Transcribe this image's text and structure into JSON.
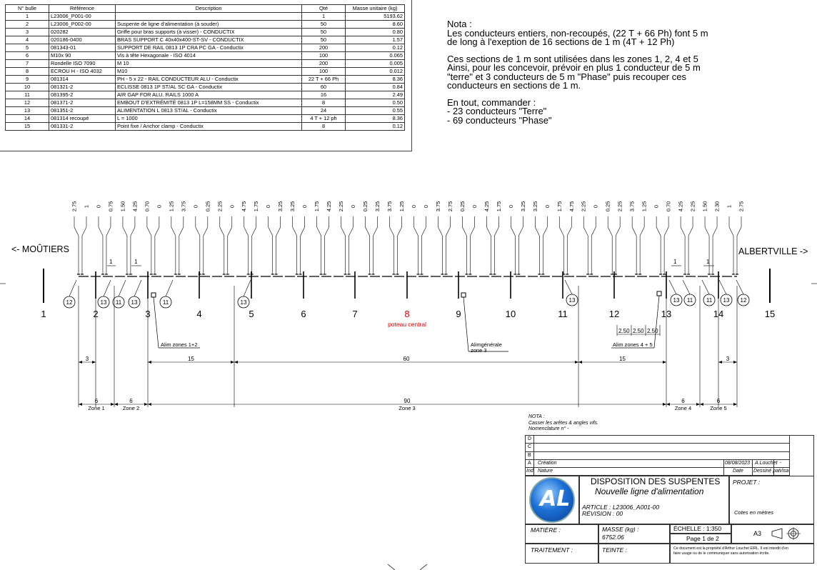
{
  "bom": {
    "headers": [
      "N° bulle",
      "Référence",
      "Description",
      "Qté",
      "Masse unitaire (kg)"
    ],
    "rows": [
      [
        "1",
        "L23006_P001-00",
        "",
        "1",
        "5193.62"
      ],
      [
        "2",
        "L23006_P002-00",
        "Suspente de ligne d'alimentation (à souder)",
        "50",
        "8.60"
      ],
      [
        "3",
        "020282",
        "Griffe pour bras supports (à visser) - CONDUCTIX",
        "50",
        "0.80"
      ],
      [
        "4",
        "020186-0400",
        "BRAS SUPPORT C 40x40x400-ST-SV - CONDUCTIX",
        "50",
        "1.57"
      ],
      [
        "5",
        "081343-01",
        "SUPPORT DE RAIL 0813 1P CRA PC GA - Conductix",
        "200",
        "0.12"
      ],
      [
        "6",
        "M10x 90",
        "Vis à tête Hexagonale - ISO 4014",
        "100",
        "0.065"
      ],
      [
        "7",
        "Rondelle ISO 7090",
        "M 10",
        "200",
        "0.005"
      ],
      [
        "8",
        "ECROU H - ISO 4032",
        "M10",
        "100",
        "0.012"
      ],
      [
        "9",
        "081314",
        "PH - 5 x 22 - RAIL CONDUCTEUR ALU - Conductix",
        "22 T + 66 Ph",
        "8.36"
      ],
      [
        "10",
        "081321-2",
        "ECLISSE 0813 1P ST/AL SC GA - Conductix",
        "60",
        "0.84"
      ],
      [
        "11",
        "081395-2",
        "AIR GAP FOR ALU. RAILS 1000 A",
        "16",
        "2.49"
      ],
      [
        "12",
        "081371-2",
        "EMBOUT D'EXTRÉMITÉ 0813 1P L=158MM SS - Conductix",
        "8",
        "0.50"
      ],
      [
        "13",
        "081351-2",
        "ALIMENTATION L 0813 ST/AL - Conductix",
        "24",
        "0.55"
      ],
      [
        "14",
        "081314 recoupé",
        "L = 1000",
        "4 T + 12 ph",
        "8.36"
      ],
      [
        "15",
        "081331-2",
        "Point fixe / Anchor clamp - Conductix",
        "8",
        "0.12"
      ]
    ]
  },
  "nota": {
    "title": "Nota :",
    "p1": [
      "Les conducteurs entiers, non-recoupés, (22 T + 66 Ph) font 5 m",
      "de long à l'exeption de 16 sections de 1 m (4T + 12 Ph)"
    ],
    "p2": [
      "Ces sections de 1 m sont utilisées dans les zones 1, 2, 4 et 5",
      "Ainsi, pour les concevoir, prévoir en plus 1 conducteur de 5 m",
      "\"terre\" et 3 conducteurs de 5 m \"Phase\" puis recouper ces",
      "conducteurs en sections de 1 m."
    ],
    "p3": [
      "En tout, commander :",
      "- 23 conducteurs \"Terre\"",
      "- 69 conducteurs \"Phase\""
    ]
  },
  "drawing": {
    "left_label": "<- MOÛTIERS",
    "right_label": "ALBERTVILLE ->",
    "poles": [
      "1",
      "2",
      "3",
      "4",
      "5",
      "6",
      "7",
      "8",
      "9",
      "10",
      "11",
      "12",
      "13",
      "14",
      "15"
    ],
    "central_label": "poteau central",
    "accent": "#e00000",
    "top_dims": [
      "2.75",
      "1",
      "0",
      "0.75",
      "1.50",
      "4.25",
      "0.70",
      "0",
      "1.25",
      "3.75",
      "0",
      "0.25",
      "2.25",
      "0",
      "4.75",
      "1.75",
      "0",
      "3.25",
      "3.25",
      "0",
      "1.75",
      "4.25",
      "2.25",
      "0",
      "0.25",
      "3.25",
      "3.75",
      "1.25",
      "0",
      "0",
      "3.75",
      "2.75",
      "0.25",
      "0",
      "4.25",
      "1.75",
      "0",
      "3.25",
      "3.25",
      "0",
      "1.75",
      "4.75",
      "2.25",
      "0",
      "0.25",
      "2.25",
      "3.75",
      "1.25",
      "0",
      "0.70",
      "4.25",
      "2.25",
      "1.50",
      "2.30",
      "1",
      "2.75"
    ],
    "bubbles_left": [
      "12",
      "13",
      "11",
      "13",
      "11",
      "13"
    ],
    "bubbles_right": [
      "13",
      "11",
      "13",
      "11",
      "13",
      "12"
    ],
    "alim_1": "Alim zones 1+2",
    "alim_gen": [
      "Alimgénérale",
      "zone 3"
    ],
    "alim_2": "Alim zones 4 + 5",
    "spacing_labels": [
      "2.50",
      "2.50",
      "2.50"
    ],
    "gap_label": "1",
    "dims_row1": [
      "3",
      "15",
      "60",
      "15",
      "3"
    ],
    "dims_row2": [
      "6",
      "6",
      "90",
      "6",
      "6"
    ],
    "zones": [
      "Zone 1",
      "Zone 2",
      "Zone 3",
      "Zone 4",
      "Zone 5"
    ]
  },
  "cartouche": {
    "nota_lines": [
      "NOTA :",
      "Casser les arêtes & angles vifs.",
      "Nomenclature n° -"
    ],
    "rev_letters": [
      "D",
      "C",
      "B",
      "A"
    ],
    "creation": "Création",
    "creation_date": "08/08/2023",
    "creation_author": "A.Louchet",
    "creation_visa": "-",
    "ind": "Ind.",
    "nature": "Nature",
    "date": "Date",
    "dessine": "Dessiné par",
    "visa": "Visa",
    "title1": "DISPOSITION DES SUSPENTES",
    "title2": "Nouvelle ligne d'alimentation",
    "article": "ARTICLE : L23006_A001-00",
    "revision": "RÉVISION : 00",
    "projet": "PROJET :",
    "cotes": "Cotes en mètres",
    "matiere": "MATIÈRE :",
    "masse_label": "MASSE (kg) :",
    "masse_value": "6752.06",
    "echelle": "ÉCHELLE : 1:350",
    "page": "Page 1 de 2",
    "format": "A3",
    "traitement": "TRAITEMENT :",
    "teinte": "TEINTE :",
    "legal": [
      "Ce document est la propriété d'Arthur Louchet EIRL. Il est interdit d'en",
      "faire usage ou de le communiquer sans autorisation écrite."
    ],
    "logo_text": "AL"
  }
}
